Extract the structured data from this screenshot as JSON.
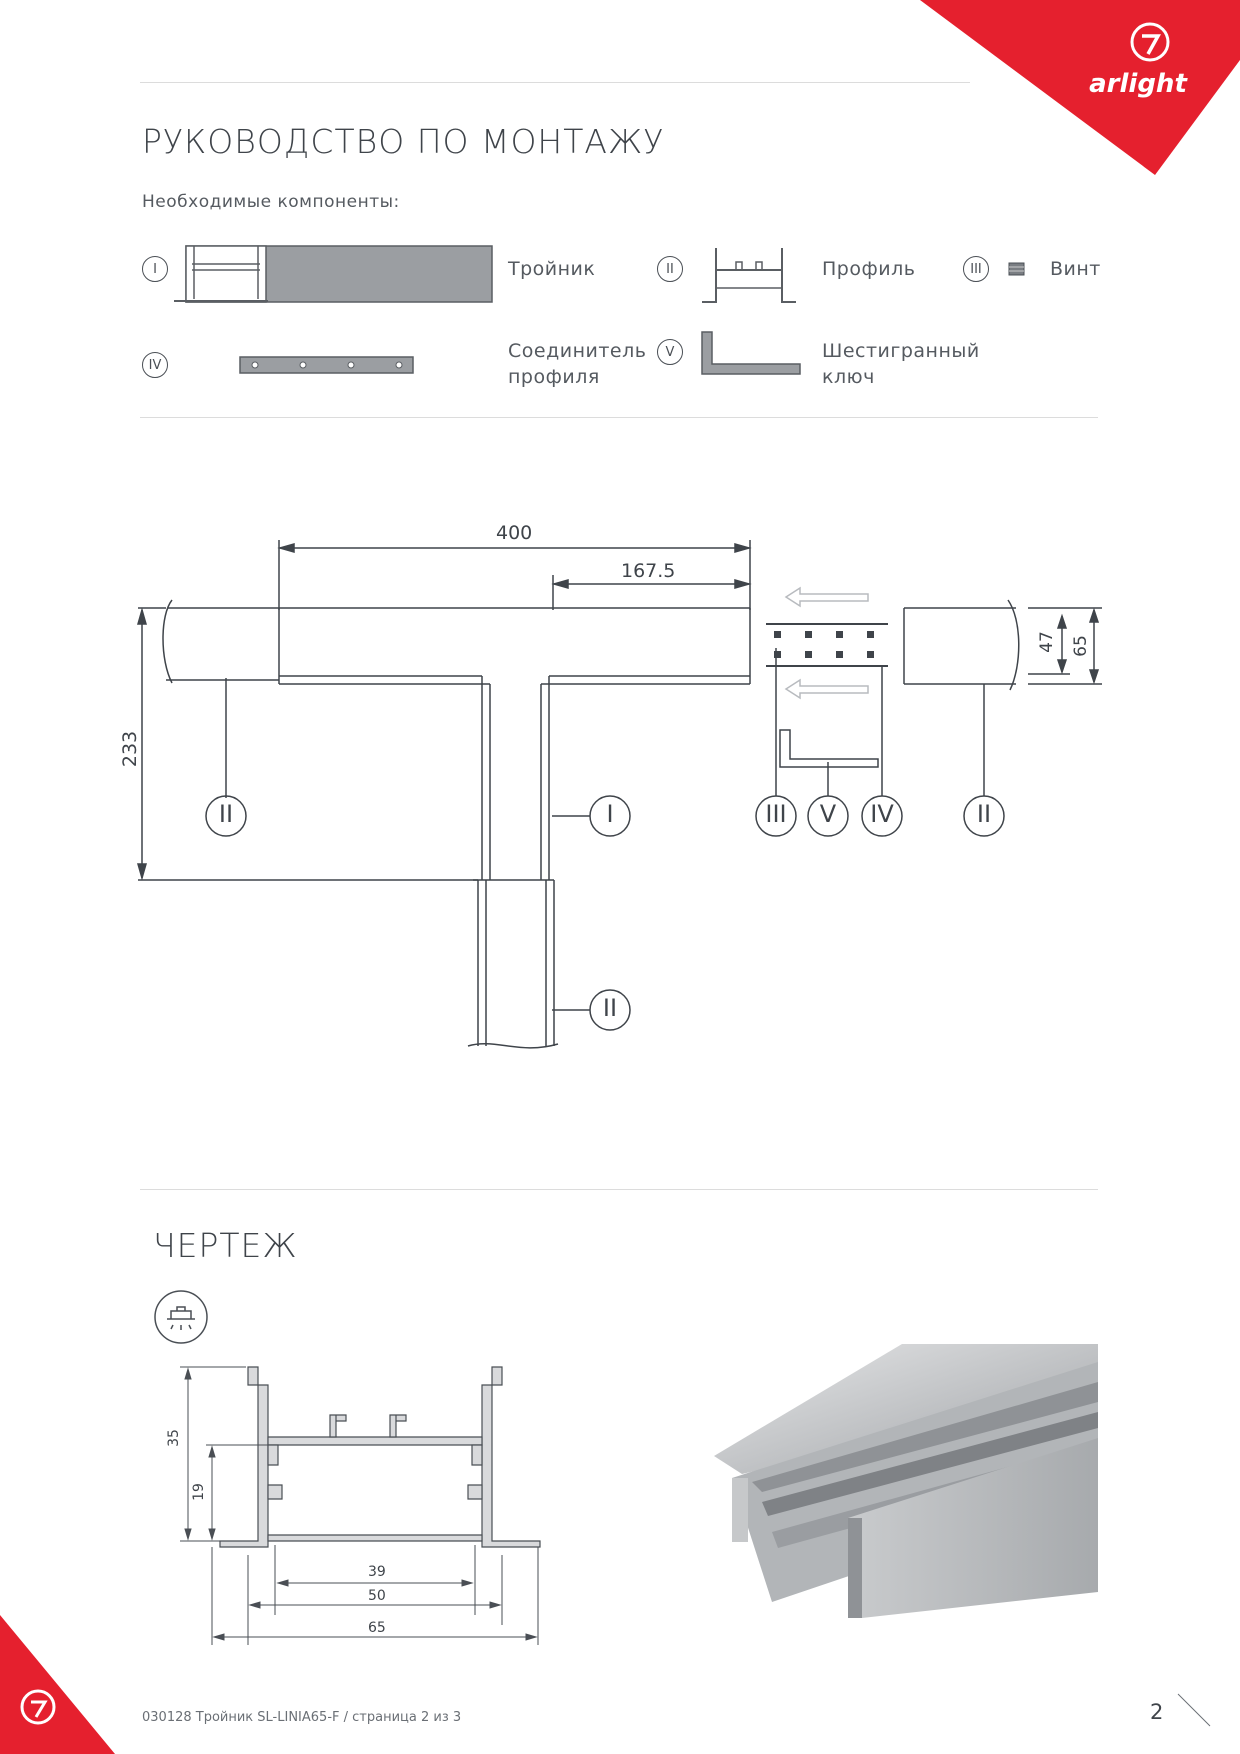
{
  "brand": {
    "name": "arlight",
    "color": "#e5202e"
  },
  "header": {
    "title": "РУКОВОДСТВО ПО МОНТАЖУ",
    "components_label": "Необходимые компоненты:"
  },
  "components": [
    {
      "num": "I",
      "name": "Тройник"
    },
    {
      "num": "II",
      "name": "Профиль"
    },
    {
      "num": "III",
      "name": "Винт"
    },
    {
      "num": "IV",
      "name_line1": "Соединитель",
      "name_line2": "профиля"
    },
    {
      "num": "V",
      "name_line1": "Шестигранный",
      "name_line2": "ключ"
    }
  ],
  "assembly": {
    "dim_400": "400",
    "dim_167": "167.5",
    "dim_233": "233",
    "dim_47": "47",
    "dim_65": "65",
    "callouts": [
      "II",
      "I",
      "II",
      "III",
      "V",
      "IV",
      "II"
    ]
  },
  "drawing": {
    "title": "ЧЕРТЕЖ",
    "dim_35": "35",
    "dim_19": "19",
    "dim_39": "39",
    "dim_50": "50",
    "dim_65": "65"
  },
  "footer": {
    "text": "030128 Тройник SL-LINIA65-F / страница 2 из 3",
    "page": "2"
  }
}
